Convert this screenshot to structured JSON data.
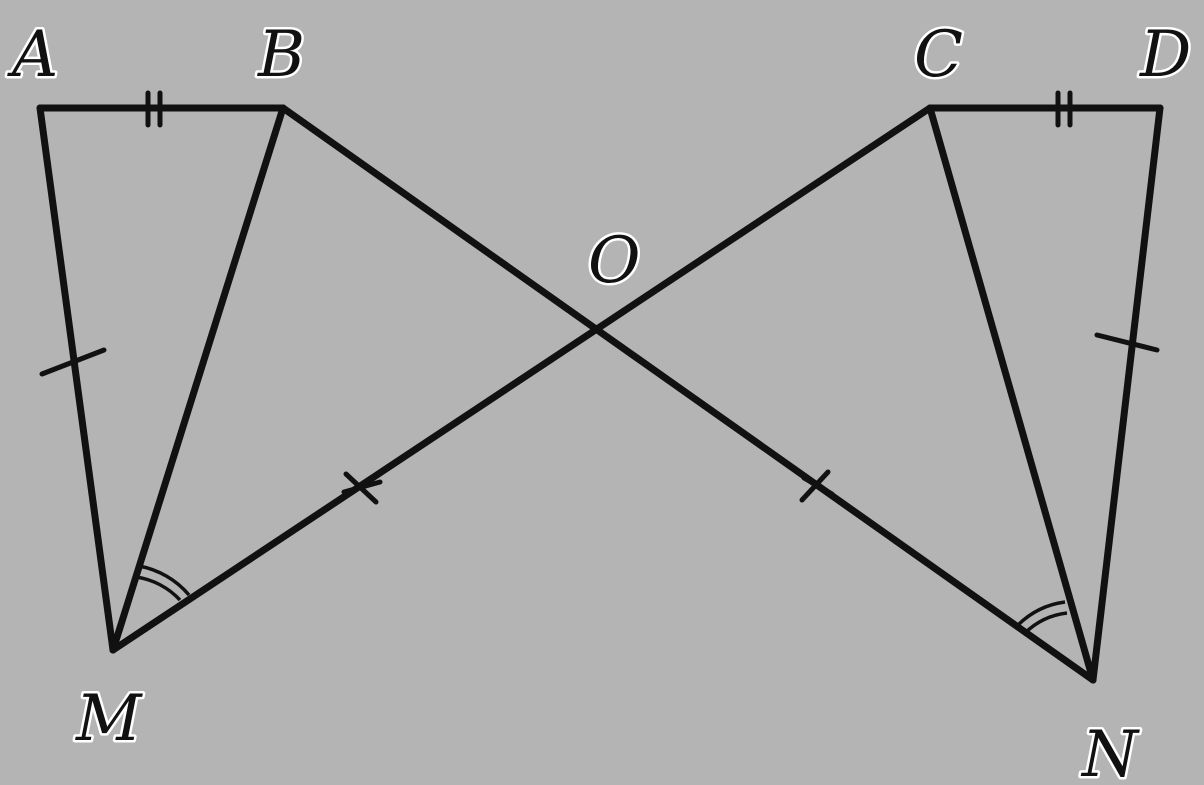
{
  "figure": {
    "background": "#b4b4b4",
    "line_color": "#111111",
    "points": {
      "A": "A",
      "B": "B",
      "C": "C",
      "D": "D",
      "O": "O",
      "M": "M",
      "N": "N"
    },
    "segments": [
      "AB",
      "CD",
      "AM",
      "BM",
      "DN",
      "CN",
      "BN",
      "CM"
    ],
    "equal_marks": {
      "double_bar": [
        "AB",
        "CD"
      ],
      "single_bar": [
        "AM",
        "DN"
      ],
      "cross": [
        "OM",
        "ON"
      ]
    },
    "equal_angles": [
      "BMO",
      "CNO"
    ]
  }
}
